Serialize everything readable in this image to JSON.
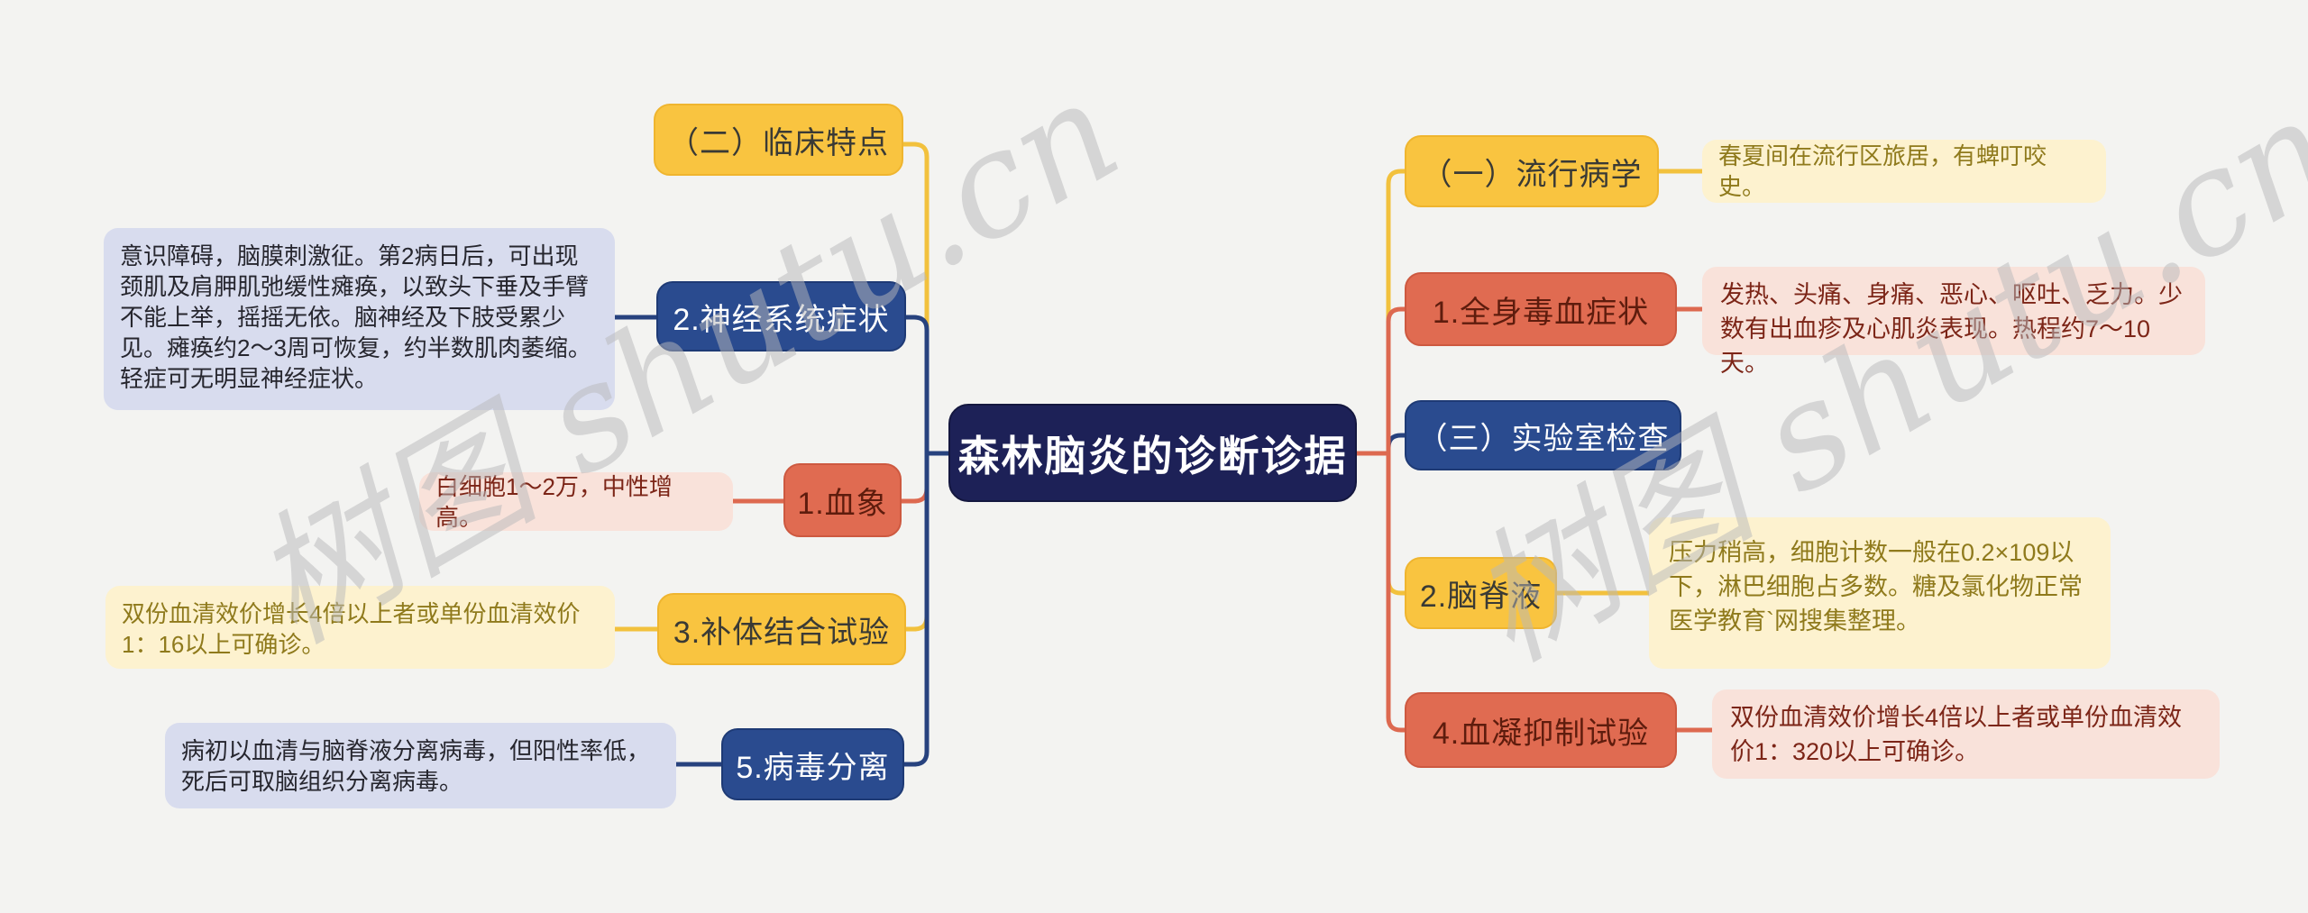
{
  "root": {
    "label": "森林脑炎的诊断诊据"
  },
  "left": {
    "clinical": {
      "label": "（二）临床特点"
    },
    "neuro": {
      "label": "2.神经系统症状",
      "note": "意识障碍，脑膜刺激征。第2病日后，可出现颈肌及肩胛肌弛缓性瘫痪，以致头下垂及手臂不能上举，摇摇无依。脑神经及下肢受累少见。瘫痪约2～3周可恢复，约半数肌肉萎缩。轻症可无明显神经症状。"
    },
    "hemogram": {
      "label": "1.血象",
      "note": "白细胞1～2万，中性增高。"
    },
    "complement": {
      "label": "3.补体结合试验",
      "note": "双份血清效价增长4倍以上者或单份血清效价1：16以上可确诊。"
    },
    "virus_isolation": {
      "label": "5.病毒分离",
      "note": "病初以血清与脑脊液分离病毒，但阳性率低，死后可取脑组织分离病毒。"
    }
  },
  "right": {
    "epidemiology": {
      "label": "（一）流行病学",
      "note": "春夏间在流行区旅居，有蜱叮咬史。"
    },
    "toxemia": {
      "label": "1.全身毒血症状",
      "note": "发热、头痛、身痛、恶心、呕吐、乏力。少数有出血疹及心肌炎表现。热程约7～10天。"
    },
    "lab": {
      "label": "（三）实验室检查"
    },
    "csf": {
      "label": "2.脑脊液",
      "note": "压力稍高，细胞计数一般在0.2×109以下，淋巴细胞占多数。糖及氯化物正常医学教育`网搜集整理。"
    },
    "hemagglutination": {
      "label": "4.血凝抑制试验",
      "note": "双份血清效价增长4倍以上者或单份血清效价1：320以上可确诊。"
    }
  },
  "watermark": {
    "text": "树图 shutu.cn"
  },
  "palette": {
    "background": "#f3f3f1",
    "center_node": "#1d2157",
    "yellow_node": "#f9c440",
    "blue_node": "#2a4b8f",
    "red_node": "#e06b51",
    "lavender_note": "#d8dcee",
    "pink_note": "#f9e2da",
    "cream_note": "#fdf2cf",
    "edge_yellow": "#f2c13d",
    "edge_blue": "#27427e",
    "edge_red": "#dd6950",
    "watermark_gray": "#b9b9bb"
  }
}
